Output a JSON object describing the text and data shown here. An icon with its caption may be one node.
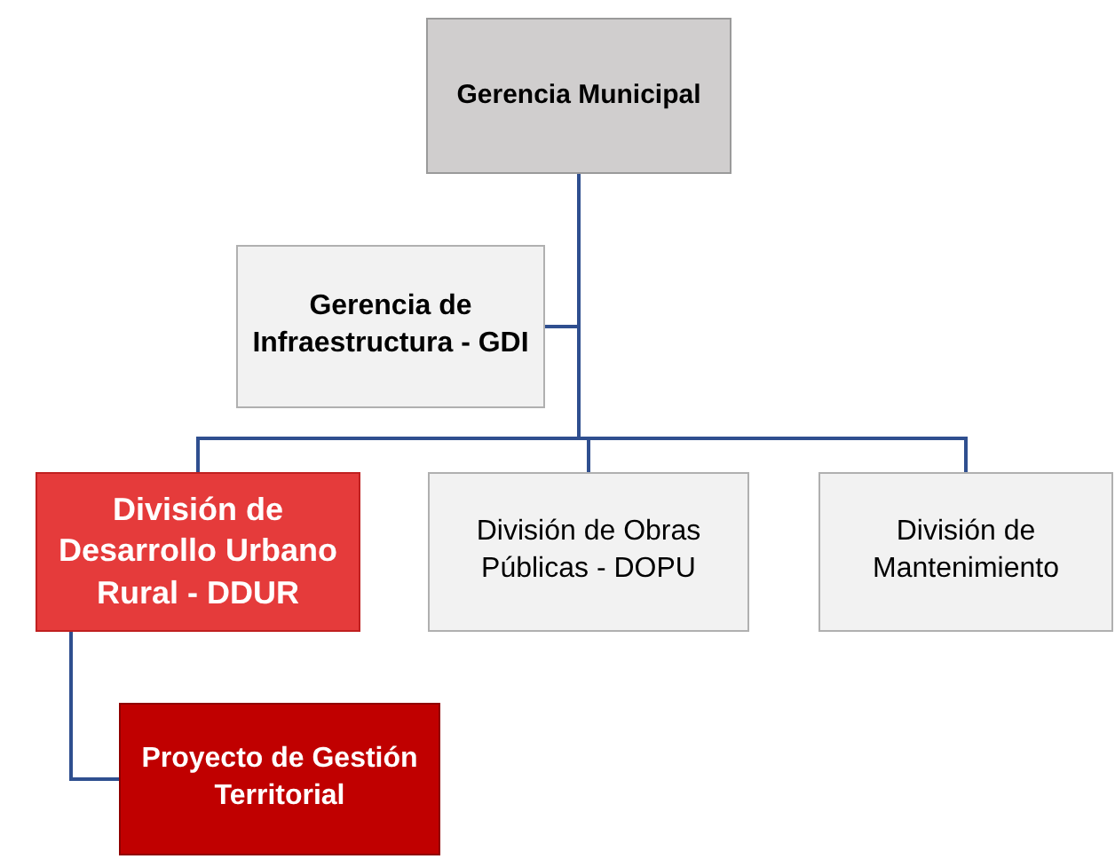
{
  "diagram": {
    "nodes": [
      {
        "text": [
          "Gerencia Municipal"
        ]
      },
      {
        "text": [
          "Gerencia de Infraestructura - GDI"
        ]
      },
      {
        "text": [
          "División de Desarrollo Urbano Rural - DDUR"
        ]
      },
      {
        "text": [
          "División de Obras Públicas  - DOPU"
        ]
      },
      {
        "text": [
          "División de Mantenimiento"
        ]
      },
      {
        "text": [
          "Proyecto de Gestión Territorial"
        ]
      }
    ],
    "edges": [
      {
        "from": 0,
        "to": 1,
        "arrow": "none"
      },
      {
        "from": 0,
        "to": 2,
        "arrow": "none"
      },
      {
        "from": 0,
        "to": 3,
        "arrow": "none"
      },
      {
        "from": 0,
        "to": 4,
        "arrow": "none"
      },
      {
        "from": 2,
        "to": 5,
        "arrow": "none"
      }
    ]
  }
}
